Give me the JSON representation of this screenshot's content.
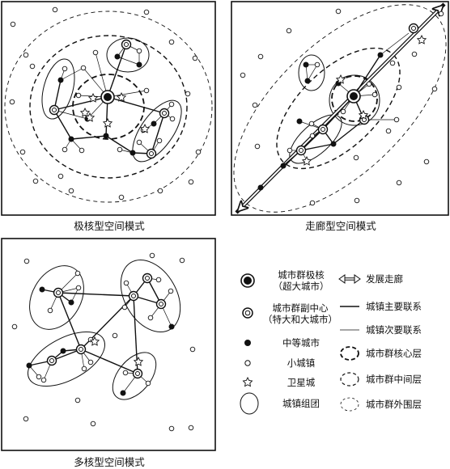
{
  "panels": [
    {
      "id": "single-core",
      "caption": "极核型空间模式"
    },
    {
      "id": "corridor",
      "caption": "走廊型空间模式"
    },
    {
      "id": "multi-core",
      "caption": "多核型空间模式"
    }
  ],
  "legend": {
    "left": [
      {
        "key": "pole",
        "line1": "城市群极核",
        "line2": "（超大城市）",
        "symbol": "pole-icon"
      },
      {
        "key": "subcenter",
        "line1": "城市群副中心",
        "line2": "（特大和大城市）",
        "symbol": "subcenter-icon"
      },
      {
        "key": "medium",
        "line1": "中等城市",
        "line2": "",
        "symbol": "filled-dot-icon"
      },
      {
        "key": "town",
        "line1": "小城镇",
        "line2": "",
        "symbol": "open-dot-icon"
      },
      {
        "key": "satellite",
        "line1": "卫星城",
        "line2": "",
        "symbol": "star-icon"
      },
      {
        "key": "cluster",
        "line1": "城镇组团",
        "line2": "",
        "symbol": "ellipse-icon"
      }
    ],
    "right": [
      {
        "key": "corridor",
        "label": "发展走廊",
        "symbol": "double-arrow-icon"
      },
      {
        "key": "main-link",
        "label": "城镇主要联系",
        "symbol": "thick-line-icon"
      },
      {
        "key": "minor-link",
        "label": "城镇次要联系",
        "symbol": "thin-line-icon"
      },
      {
        "key": "core-layer",
        "label": "城市群核心层",
        "symbol": "dash-circle-bold-icon"
      },
      {
        "key": "middle-layer",
        "label": "城市群中间层",
        "symbol": "dash-circle-medium-icon"
      },
      {
        "key": "outer-layer",
        "label": "城市群外围层",
        "symbol": "dash-circle-thin-icon"
      }
    ]
  }
}
